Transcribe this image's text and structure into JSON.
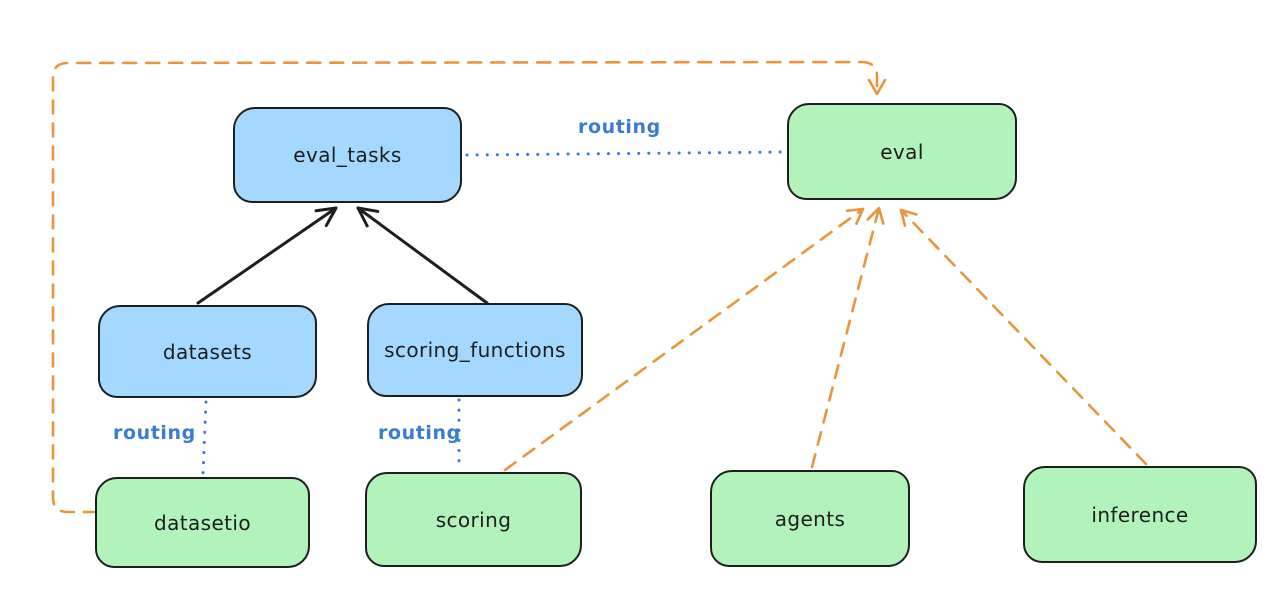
{
  "diagram": {
    "nodes": {
      "eval_tasks": {
        "label": "eval_tasks",
        "kind": "resource-blue"
      },
      "datasets": {
        "label": "datasets",
        "kind": "resource-blue"
      },
      "scoring_functions": {
        "label": "scoring_functions",
        "kind": "resource-blue"
      },
      "eval": {
        "label": "eval",
        "kind": "api-green"
      },
      "datasetio": {
        "label": "datasetio",
        "kind": "api-green"
      },
      "scoring": {
        "label": "scoring",
        "kind": "api-green"
      },
      "agents": {
        "label": "agents",
        "kind": "api-green"
      },
      "inference": {
        "label": "inference",
        "kind": "api-green"
      }
    },
    "edges": [
      {
        "from": "datasets",
        "to": "eval_tasks",
        "style": "solid-black-arrow",
        "label": ""
      },
      {
        "from": "scoring_functions",
        "to": "eval_tasks",
        "style": "solid-black-arrow",
        "label": ""
      },
      {
        "from": "eval_tasks",
        "to": "eval",
        "style": "dotted-blue",
        "label": "routing"
      },
      {
        "from": "datasets",
        "to": "datasetio",
        "style": "dotted-blue",
        "label": "routing"
      },
      {
        "from": "scoring_functions",
        "to": "scoring",
        "style": "dotted-blue",
        "label": "routing"
      },
      {
        "from": "scoring",
        "to": "eval",
        "style": "dashed-orange-arrow",
        "label": ""
      },
      {
        "from": "agents",
        "to": "eval",
        "style": "dashed-orange-arrow",
        "label": ""
      },
      {
        "from": "inference",
        "to": "eval",
        "style": "dashed-orange-arrow",
        "label": ""
      },
      {
        "from": "datasetio",
        "to": "eval",
        "style": "dashed-orange-arrow-elbow",
        "label": ""
      }
    ],
    "colors": {
      "resource_fill": "#a5d8ff",
      "api_fill": "#b2f2bb",
      "node_stroke": "#1e1e1e",
      "routing_blue": "#3a7cd1",
      "dashed_orange": "#e8953c"
    }
  }
}
